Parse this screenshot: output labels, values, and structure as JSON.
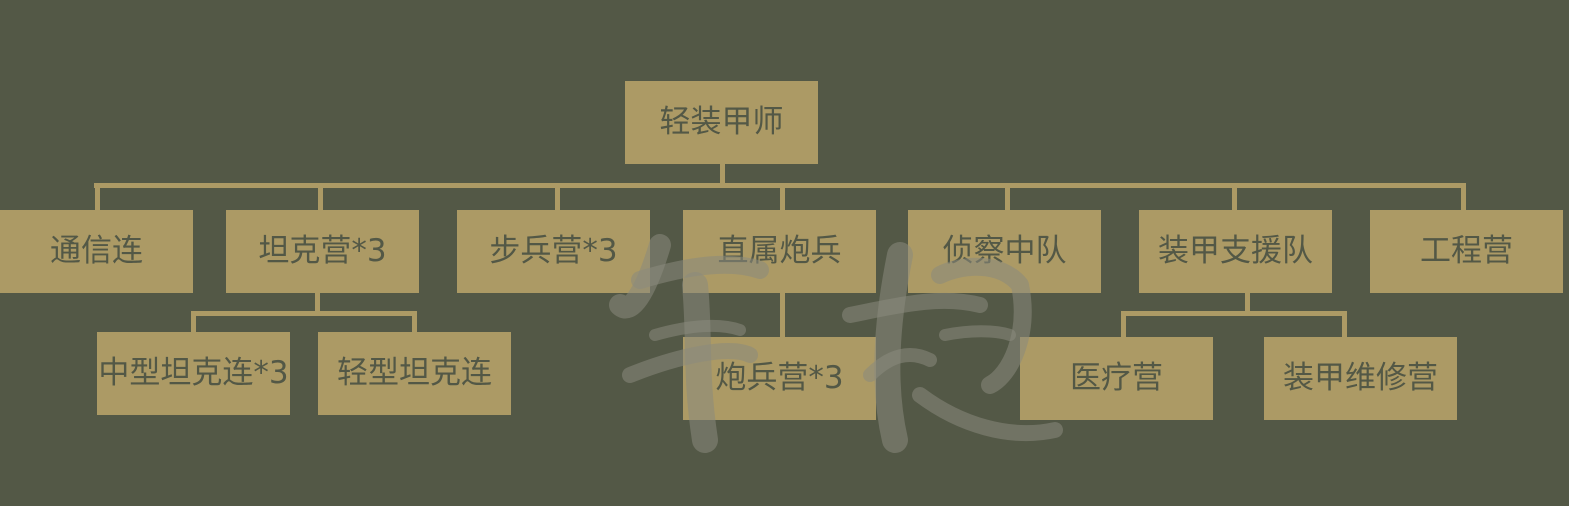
{
  "diagram": {
    "nodes": [
      {
        "id": "root",
        "label": "轻装甲师",
        "parent": null
      },
      {
        "id": "signal",
        "label": "通信连",
        "parent": "root"
      },
      {
        "id": "tank-bn",
        "label": "坦克营*3",
        "parent": "root"
      },
      {
        "id": "inf-bn",
        "label": "步兵营*3",
        "parent": "root"
      },
      {
        "id": "direct-art",
        "label": "直属炮兵",
        "parent": "root"
      },
      {
        "id": "recon",
        "label": "侦察中队",
        "parent": "root"
      },
      {
        "id": "armor-support",
        "label": "装甲支援队",
        "parent": "root"
      },
      {
        "id": "engineer",
        "label": "工程营",
        "parent": "root"
      },
      {
        "id": "med-tank",
        "label": "中型坦克连*3",
        "parent": "tank-bn"
      },
      {
        "id": "light-tank",
        "label": "轻型坦克连",
        "parent": "tank-bn"
      },
      {
        "id": "art-bn",
        "label": "炮兵营*3",
        "parent": "direct-art"
      },
      {
        "id": "medical",
        "label": "医疗营",
        "parent": "armor-support"
      },
      {
        "id": "repair",
        "label": "装甲维修营",
        "parent": "armor-support"
      }
    ],
    "colors": {
      "background": "#535846",
      "box": "#ac9a65",
      "text": "#535846",
      "watermark": "#8a8b7e"
    }
  }
}
